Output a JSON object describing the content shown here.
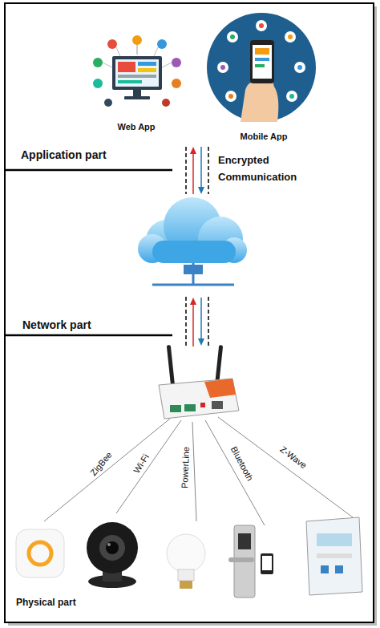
{
  "diagram": {
    "nodes": [
      {
        "text": [
          "Web App"
        ]
      },
      {
        "text": [
          "Mobile App"
        ]
      }
    ],
    "labels": [
      "Application part",
      "Encrypted Communication",
      "Network part",
      "ZigBee",
      "Wi-Fi",
      "PowerLine",
      "Bluetooth",
      "Z-Wave",
      "Physical part"
    ]
  }
}
